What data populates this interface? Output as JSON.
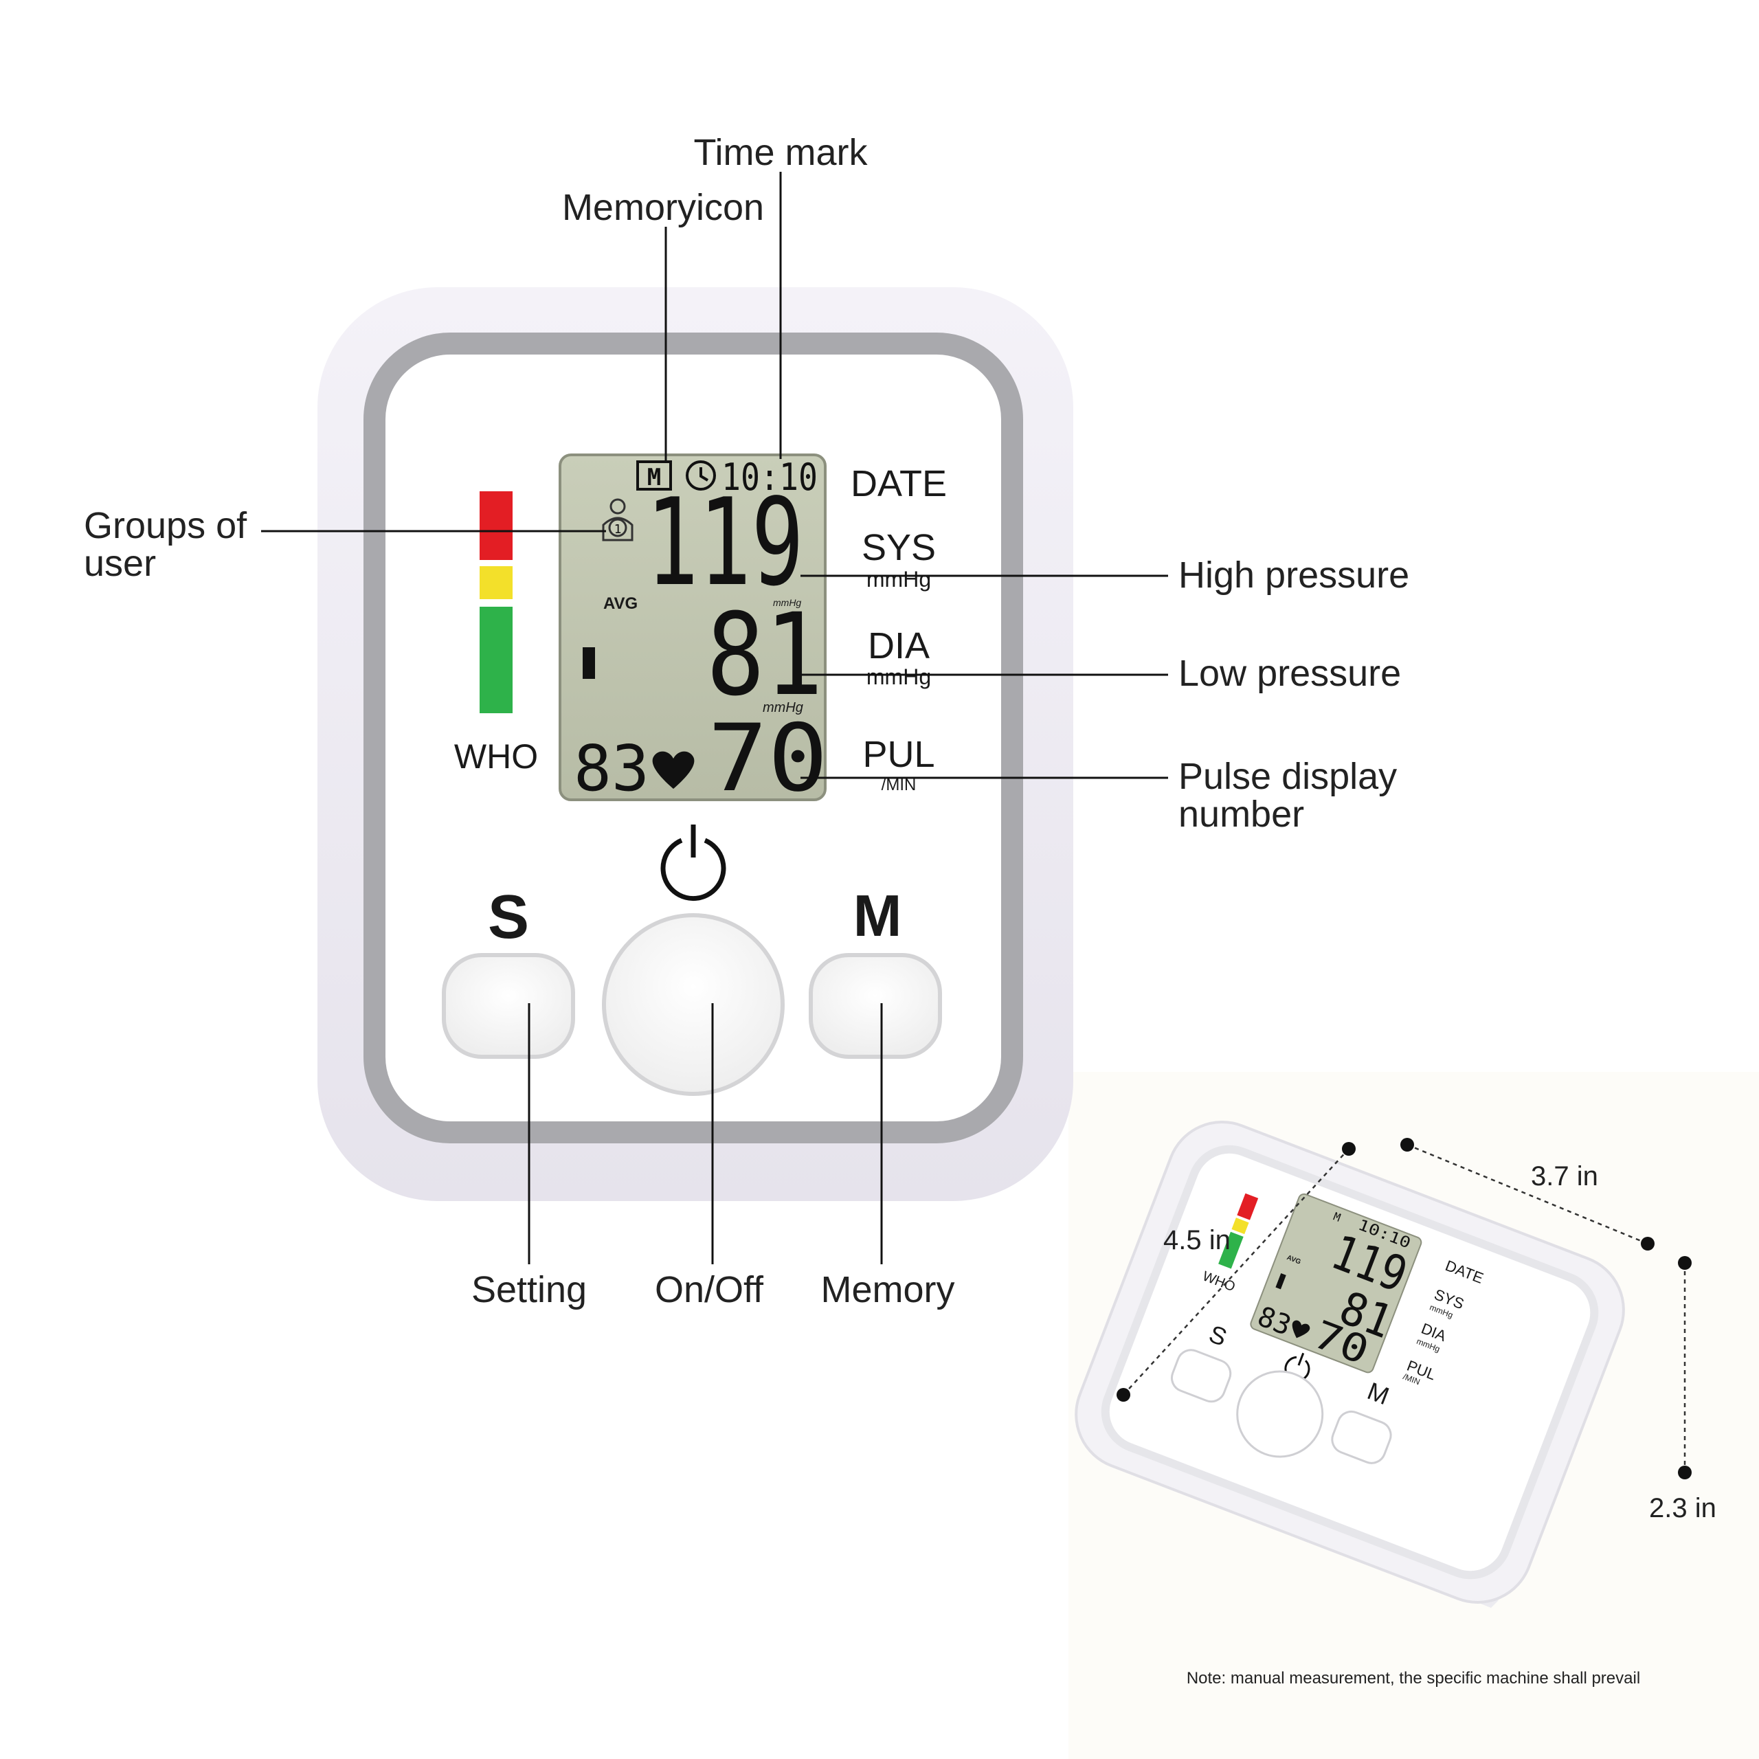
{
  "callouts": {
    "time_mark": "Time mark",
    "memory_icon": "Memoryicon",
    "groups_of_user_line1": "Groups of",
    "groups_of_user_line2": "user",
    "high_pressure": "High pressure",
    "low_pressure": "Low pressure",
    "pulse_line1": "Pulse display",
    "pulse_line2": "number",
    "setting": "Setting",
    "on_off": "On/Off",
    "memory": "Memory"
  },
  "device": {
    "who_label": "WHO",
    "who_colors": [
      "#e31e24",
      "#f3e02a",
      "#2eb24a"
    ],
    "labels": {
      "date": "DATE",
      "sys": "SYS",
      "sys_unit": "mmHg",
      "dia": "DIA",
      "dia_unit": "mmHg",
      "pul": "PUL",
      "pul_unit": "/MIN"
    },
    "buttons": {
      "s_label": "S",
      "m_label": "M",
      "power_icon": "power-icon"
    },
    "lcd": {
      "memory_badge": "M",
      "clock_icon": "clock-icon",
      "time": "10:10",
      "user_number": "1",
      "user_icon": "user-group-icon",
      "sys_value": "119",
      "avg_label": "AVG",
      "small_unit_upper": "mmHg",
      "dia_value": "81",
      "small_unit_lower": "mmHg",
      "memory_count": "83",
      "heart_icon": "heart-icon",
      "pulse_value": "70"
    }
  },
  "dimensions": {
    "width": "3.7 in",
    "length": "4.5 in",
    "height": "2.3 in"
  },
  "note": "Note: manual measurement, the specific machine shall prevail"
}
